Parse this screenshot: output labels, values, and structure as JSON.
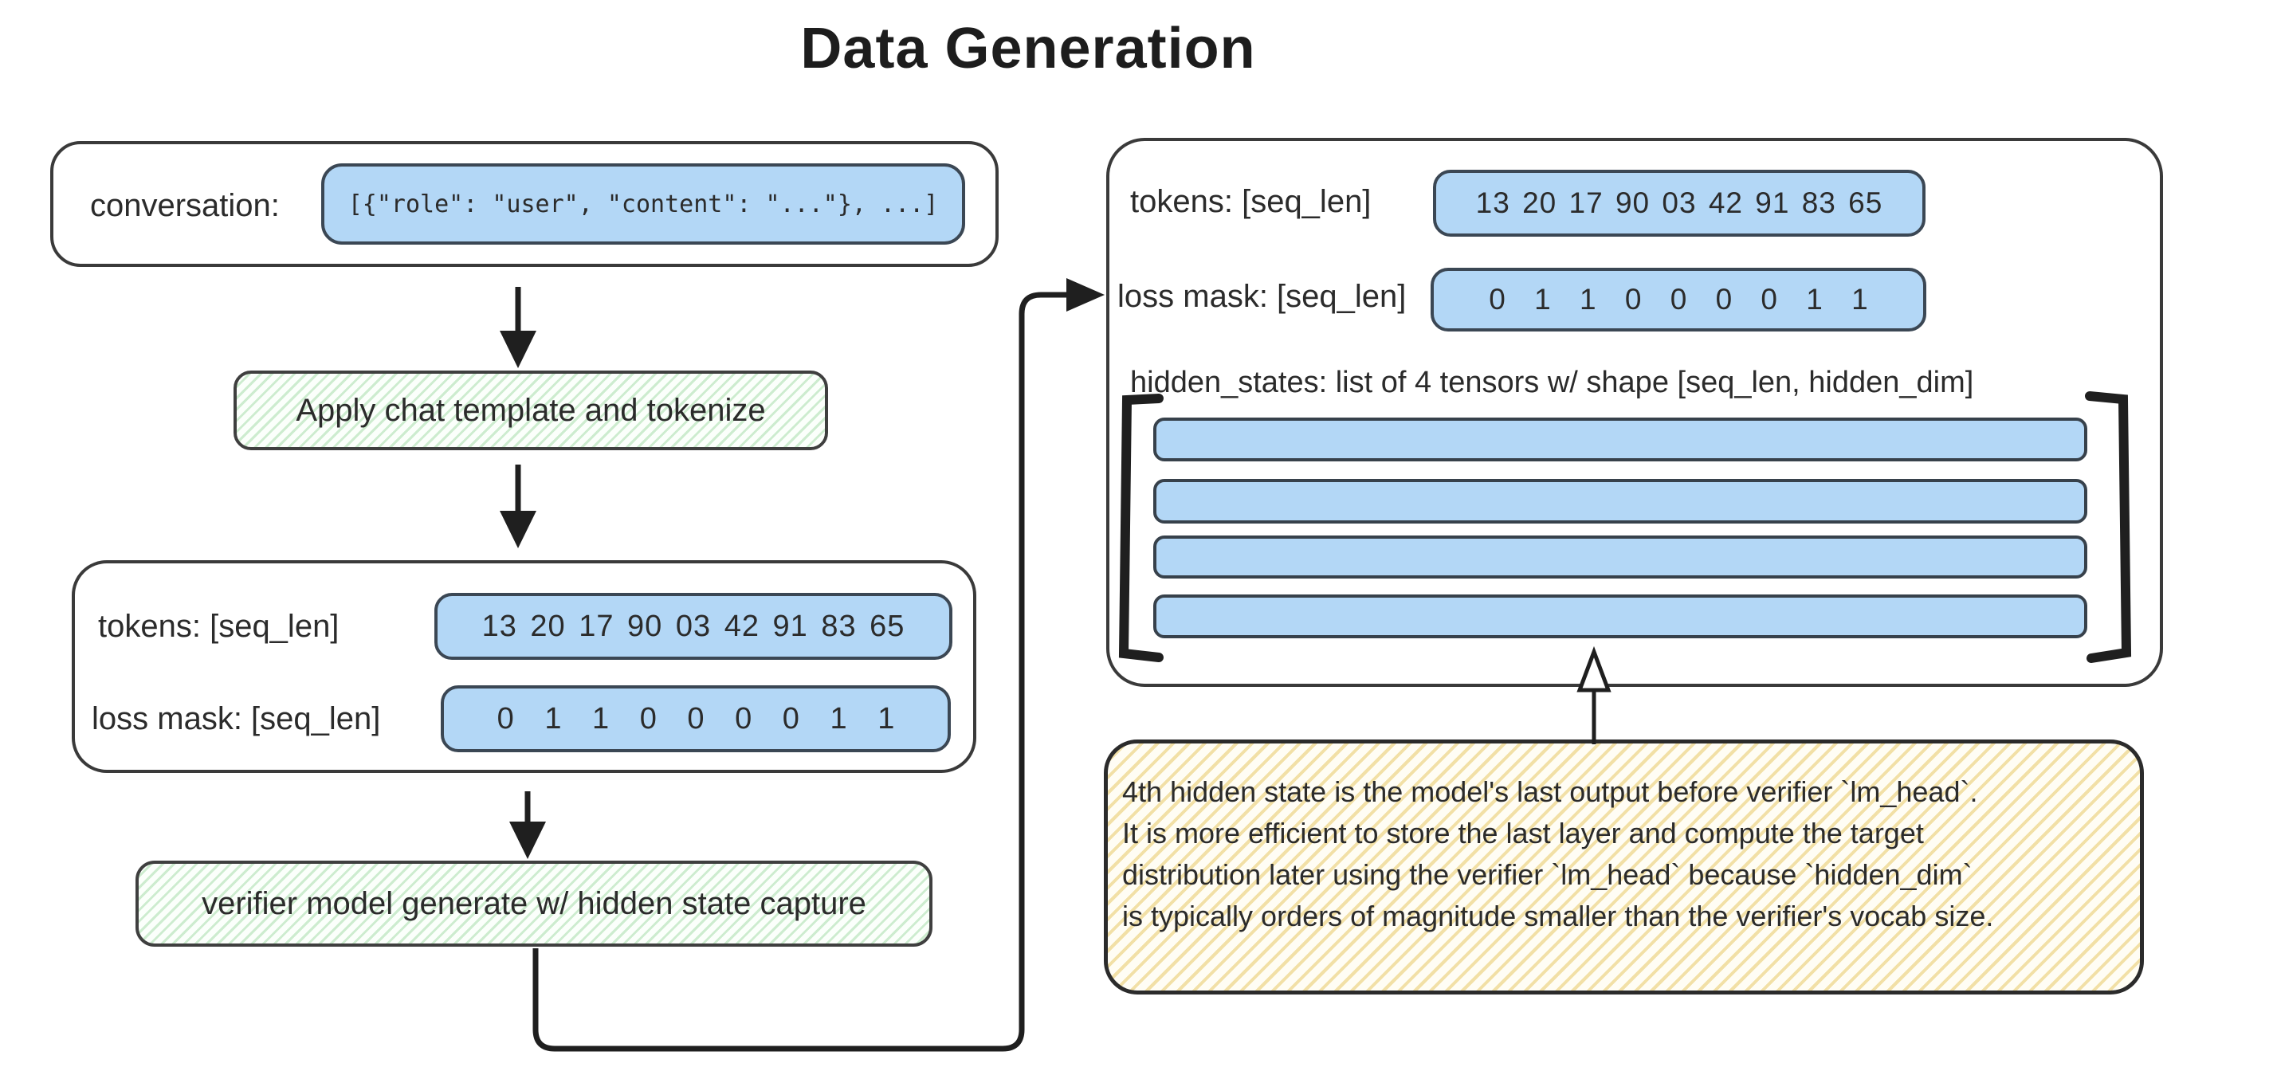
{
  "title": "Data Generation",
  "colors": {
    "blue_fill": "#b3d7f6",
    "green_hatch": "#cdeccf",
    "yellow_hatch": "#f2e0a6",
    "stroke": "#2d2d2d",
    "text": "#2b2b2b"
  },
  "left": {
    "conversation": {
      "label": "conversation:",
      "value": "[{\"role\": \"user\", \"content\": \"...\"}, ...]"
    },
    "step_tokenize": "Apply chat template and tokenize",
    "tokens": {
      "label": "tokens: [seq_len]",
      "values": "13 20 17 90 03 42 91 83 65"
    },
    "loss_mask": {
      "label": "loss mask: [seq_len]",
      "values": "0 1 1 0 0 0 0 1 1"
    },
    "step_generate": "verifier model generate w/ hidden state capture"
  },
  "right": {
    "tokens": {
      "label": "tokens: [seq_len]",
      "values": "13 20 17 90 03 42 91 83 65"
    },
    "loss_mask": {
      "label": "loss mask: [seq_len]",
      "values": "0 1 1 0 0 0 0 1 1"
    },
    "hidden_states": {
      "label": "hidden_states: list of 4 tensors w/ shape [seq_len, hidden_dim]",
      "tensor_count": 4
    },
    "note": "4th hidden state is the model's last output before verifier `lm_head`.\nIt is more efficient to store the last layer and compute the target\ndistribution later using the verifier `lm_head` because `hidden_dim`\nis typically orders of magnitude smaller than the verifier's vocab size."
  }
}
